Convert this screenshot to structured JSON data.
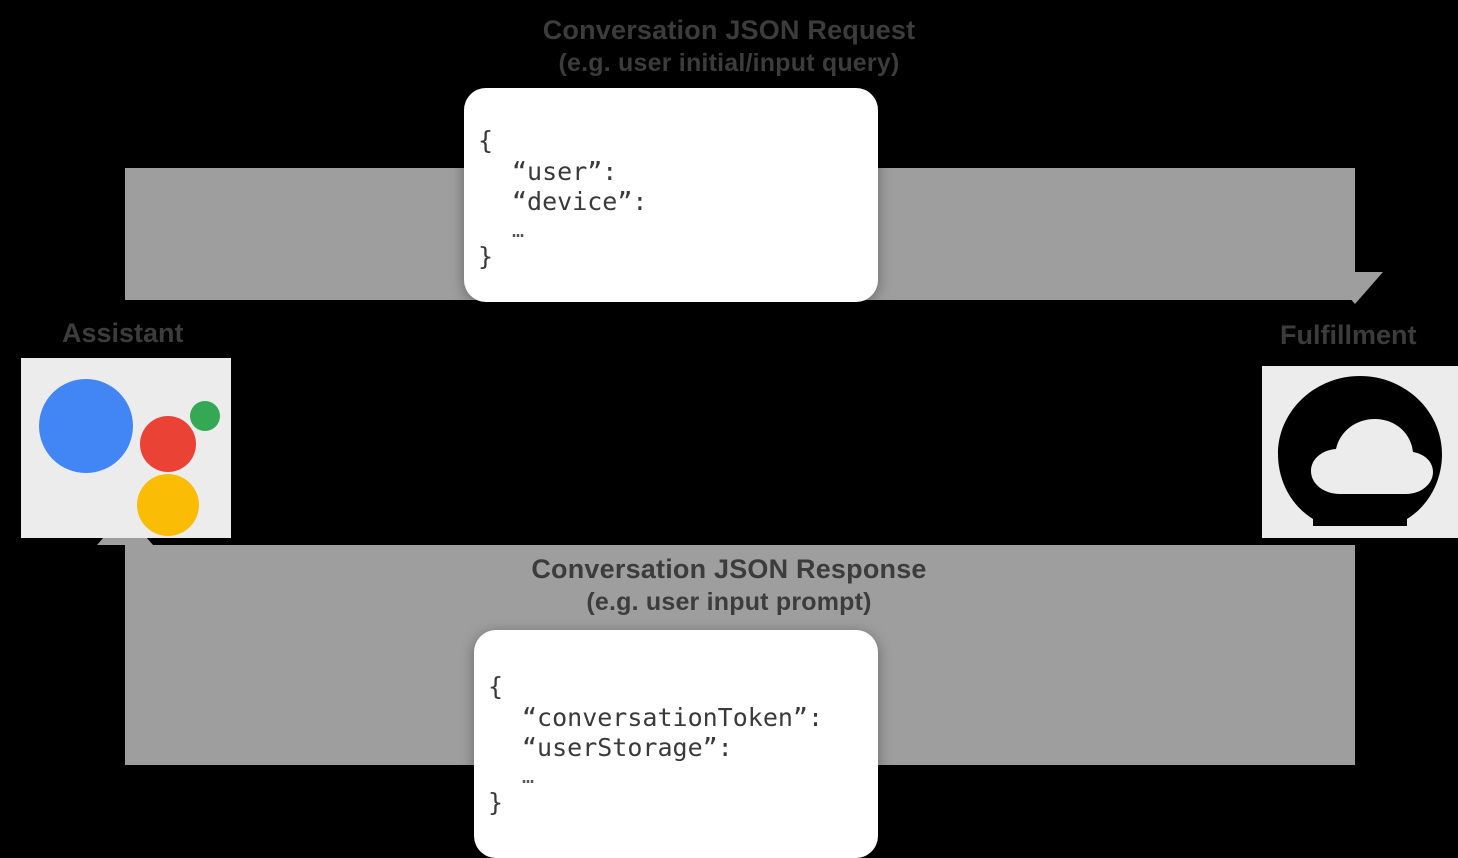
{
  "diagram": {
    "title": "Conversation request/response flow between Google Assistant and Fulfillment",
    "colors": {
      "background": "#000000",
      "arrow": "#9e9e9e",
      "tile": "#ececec",
      "card": "#ffffff",
      "text": "#3c3c3c",
      "assistant_blue": "#4285f4",
      "assistant_red": "#ea4335",
      "assistant_green": "#34a853",
      "assistant_yellow": "#fbbc05",
      "cloud": "#000000"
    }
  },
  "flow_request": {
    "label": "Conversation JSON Request",
    "sublabel": "(e.g. user initial/input query)",
    "direction": "assistant-to-fulfillment"
  },
  "flow_response": {
    "label": "Conversation JSON Response",
    "sublabel": "(e.g. user input prompt)",
    "direction": "fulfillment-to-assistant"
  },
  "json_request": {
    "lines": [
      "{",
      "“user”:",
      "“device”:",
      "…",
      "}"
    ]
  },
  "json_response": {
    "lines": [
      "{",
      "“conversationToken”:",
      "“userStorage”:",
      "…",
      "}"
    ]
  },
  "endpoints": {
    "assistant": {
      "caption": "Assistant",
      "icon": "google-assistant-icon"
    },
    "fulfillment": {
      "caption": "Fulfillment",
      "icon": "cloud-icon"
    }
  }
}
